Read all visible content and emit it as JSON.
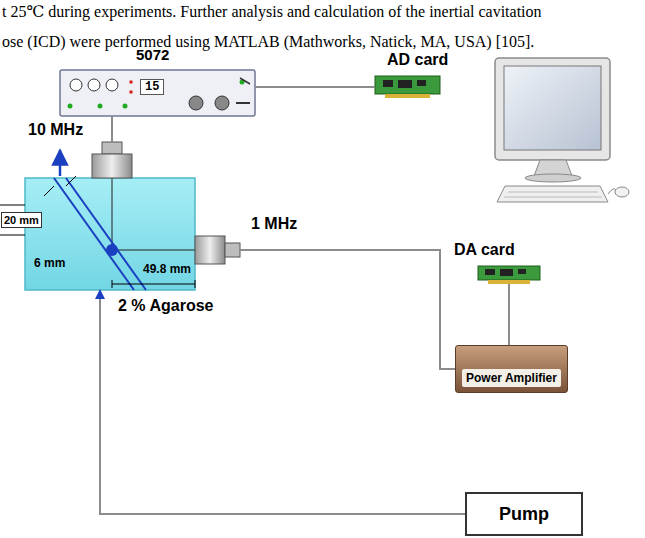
{
  "diagram": {
    "nodes": [
      {
        "text": [
          "5072",
          "15"
        ]
      },
      {
        "text": [
          "AD card"
        ]
      },
      {
        "text": [
          "DA card"
        ]
      },
      {
        "text": [
          "10 MHz"
        ]
      },
      {
        "text": [
          "1 MHz"
        ]
      },
      {
        "text": [
          "2 % Agarose"
        ]
      },
      {
        "text": [
          "Power Amplifier"
        ]
      },
      {
        "text": [
          "Pump"
        ]
      }
    ],
    "edges": [
      {
        "from": 0,
        "to": 1,
        "arrow": "none"
      },
      {
        "from": 0,
        "to": 3,
        "arrow": "none"
      },
      {
        "from": 2,
        "to": 6,
        "arrow": "none"
      },
      {
        "from": 4,
        "to": 6,
        "arrow": "none"
      },
      {
        "from": 7,
        "to": 5,
        "arrow": "to"
      }
    ],
    "labels": [
      "t 25℃ during experiments. Further analysis and calculation of the inertial cavitation",
      "ose (ICD) were performed using MATLAB (Mathworks, Natick, MA, USA) [105].",
      "20 mm",
      "6 mm",
      "49.8 mm"
    ]
  }
}
